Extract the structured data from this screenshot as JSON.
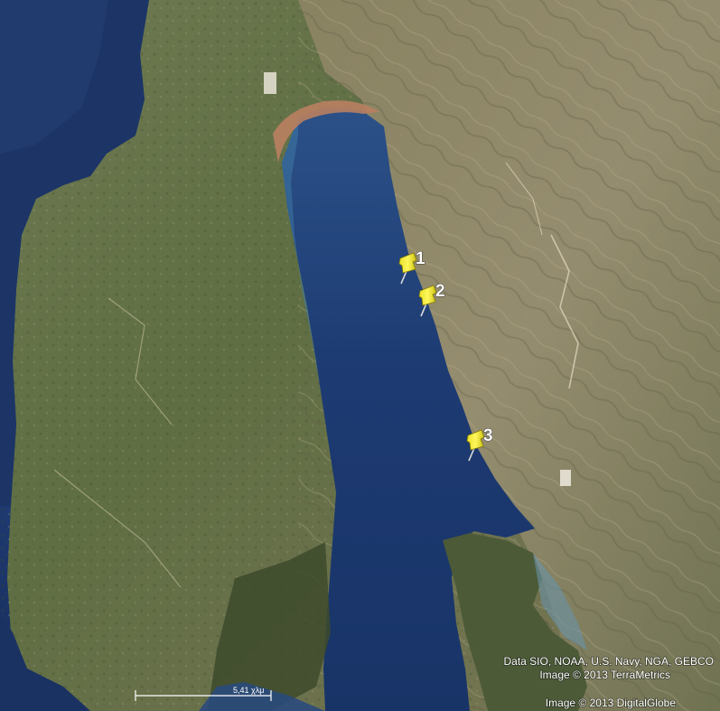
{
  "map": {
    "type": "satellite",
    "markers": [
      {
        "label": "1",
        "icon": "yellow-pushpin-icon"
      },
      {
        "label": "2",
        "icon": "yellow-pushpin-icon"
      },
      {
        "label": "3",
        "icon": "yellow-pushpin-icon"
      }
    ],
    "scale_label": "5,41 χλμ",
    "attribution": {
      "data": "Data SIO, NOAA, U.S. Navy, NGA, GEBCO",
      "image_1": "Image © 2013 TerraMetrics",
      "image_2": "Image © 2013 DigitalGlobe"
    }
  }
}
